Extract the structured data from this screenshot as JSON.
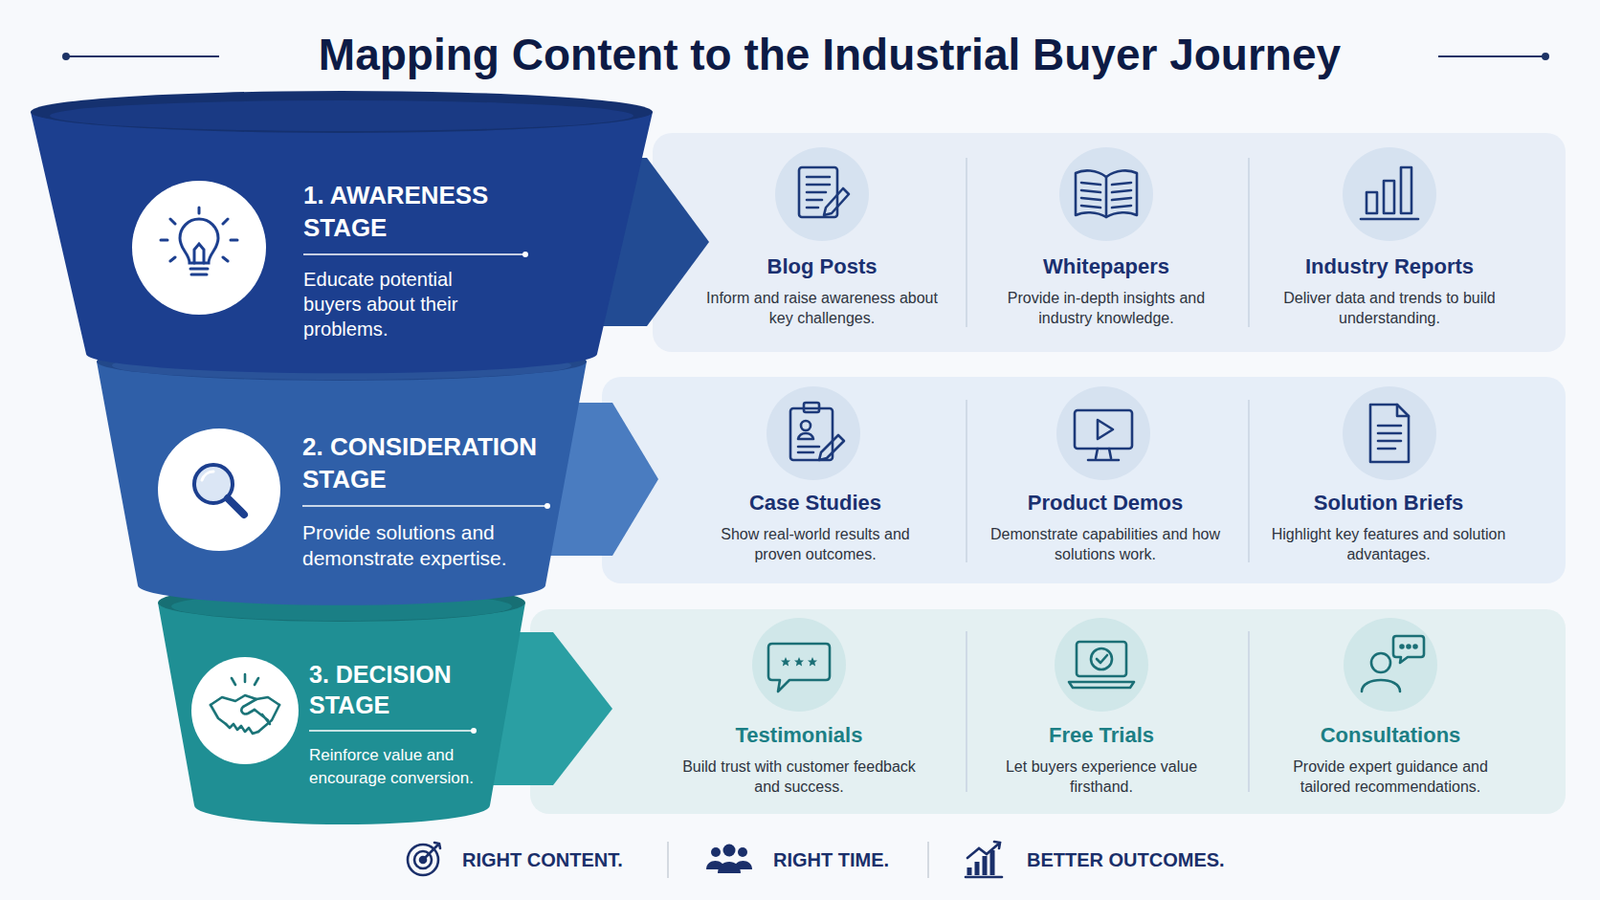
{
  "diagram": {
    "title": "Mapping Content to the Industrial Buyer Journey",
    "nodes": [
      {
        "text": [
          "1. AWARENESS STAGE",
          "Educate potential buyers about their problems."
        ]
      },
      {
        "text": [
          "2. CONSIDERATION STAGE",
          "Provide solutions and demonstrate expertise."
        ]
      },
      {
        "text": [
          "3. DECISION STAGE",
          "Reinforce value and encourage conversion."
        ]
      },
      {
        "text": [
          "Blog Posts",
          "Inform and raise awareness about key challenges."
        ]
      },
      {
        "text": [
          "Whitepapers",
          "Provide in-depth insights and industry knowledge."
        ]
      },
      {
        "text": [
          "Industry Reports",
          "Deliver data and trends to build understanding."
        ]
      },
      {
        "text": [
          "Case Studies",
          "Show real-world results and proven outcomes."
        ]
      },
      {
        "text": [
          "Product Demos",
          "Demonstrate capabilities and how solutions work."
        ]
      },
      {
        "text": [
          "Solution Briefs",
          "Highlight key features and solution advantages."
        ]
      },
      {
        "text": [
          "Testimonials",
          "Build trust with customer feedback and success."
        ]
      },
      {
        "text": [
          "Free Trials",
          "Let buyers experience value firsthand."
        ]
      },
      {
        "text": [
          "Consultations",
          "Provide expert guidance and tailored recommendations."
        ]
      }
    ],
    "labels": [
      "RIGHT CONTENT.",
      "RIGHT TIME.",
      "BETTER OUTCOMES."
    ]
  }
}
